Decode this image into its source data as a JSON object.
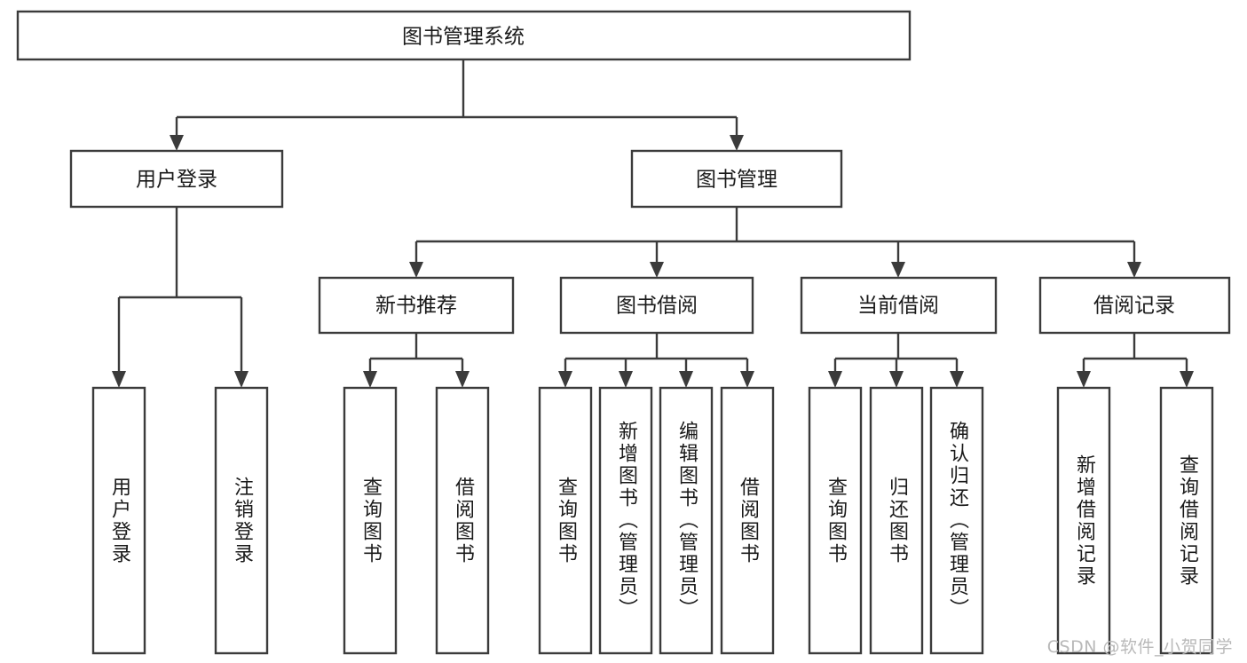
{
  "diagram": {
    "type": "tree",
    "title": "图书管理系统",
    "watermark": "CSDN @软件_小贺同学",
    "colors": {
      "stroke": "#3b3b3b",
      "box_fill": "#ffffff",
      "text": "#1a1a1a",
      "background": "#ffffff",
      "watermark": "#b9b9b9"
    },
    "root": {
      "label": "图书管理系统"
    },
    "level2": [
      {
        "label": "用户登录"
      },
      {
        "label": "图书管理"
      }
    ],
    "level3": [
      {
        "label": "新书推荐"
      },
      {
        "label": "图书借阅"
      },
      {
        "label": "当前借阅"
      },
      {
        "label": "借阅记录"
      }
    ],
    "leaves": {
      "user_login": [
        {
          "label": "用户登录"
        },
        {
          "label": "注销登录"
        }
      ],
      "new_book": [
        {
          "label": "查询图书"
        },
        {
          "label": "借阅图书"
        }
      ],
      "book_borrow": [
        {
          "label": "查询图书"
        },
        {
          "label": "新增图书（管理员）"
        },
        {
          "label": "编辑图书（管理员）"
        },
        {
          "label": "借阅图书"
        }
      ],
      "current_borrow": [
        {
          "label": "查询图书"
        },
        {
          "label": "归还图书"
        },
        {
          "label": "确认归还（管理员）"
        }
      ],
      "borrow_record": [
        {
          "label": "新增借阅记录"
        },
        {
          "label": "查询借阅记录"
        }
      ]
    }
  }
}
